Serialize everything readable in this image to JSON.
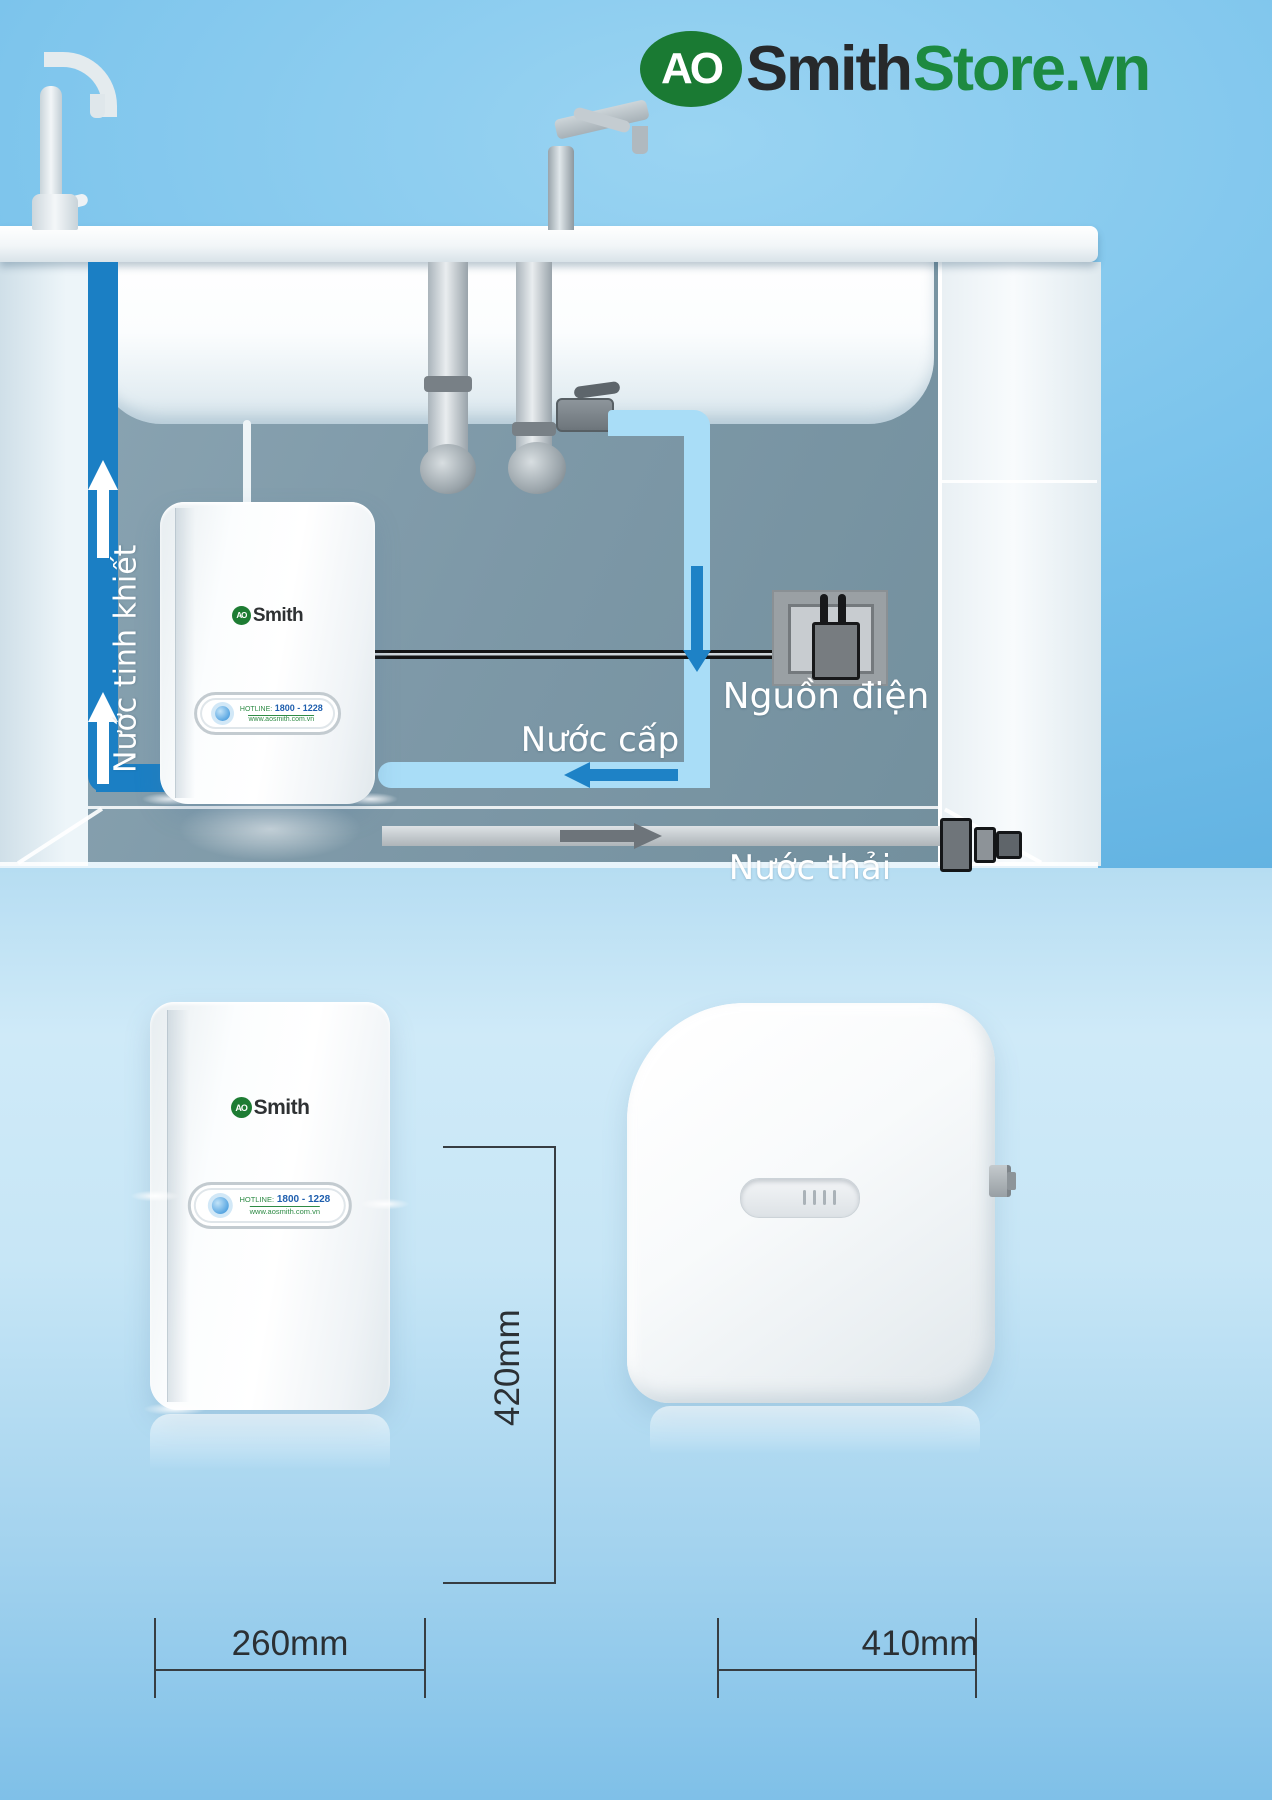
{
  "brand": {
    "ao": "AO",
    "smith": "Smith",
    "store": "Store.vn"
  },
  "diagram_labels": {
    "pure_water": "Nước tinh khiết",
    "power": "Nguồn điện",
    "supply_water": "Nước cấp",
    "waste_water": "Nước thải"
  },
  "device": {
    "logo_ao": "AO",
    "logo_smith": "Smith",
    "hotline_prefix": "HOTLINE:",
    "hotline_number": "1800 - 1228",
    "website": "www.aosmith.com.vn"
  },
  "dimensions": {
    "height": "420mm",
    "width": "260mm",
    "depth": "410mm"
  },
  "colors": {
    "accent_blue": "#1e82c6",
    "light_pipe_blue": "#a9ddf7",
    "logo_green": "#1a7a33",
    "store_green": "#1d8a41",
    "interior_slate": "#7d98a7"
  }
}
